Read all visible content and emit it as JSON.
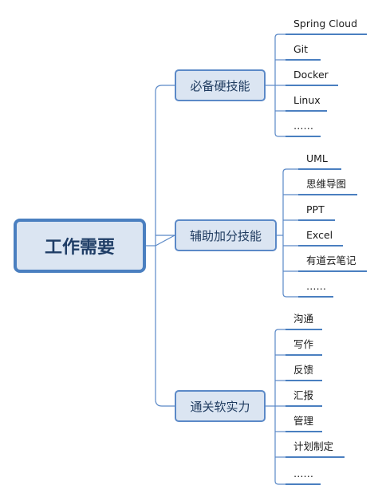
{
  "root": {
    "label": "工作需要"
  },
  "branches": [
    {
      "label": "必备硬技能",
      "items": [
        "Spring Cloud",
        "Git",
        "Docker",
        "Linux",
        "……"
      ]
    },
    {
      "label": "辅助加分技能",
      "items": [
        "UML",
        "思维导图",
        "PPT",
        "Excel",
        "有道云笔记",
        "……"
      ]
    },
    {
      "label": "通关软实力",
      "items": [
        "沟通",
        "写作",
        "反馈",
        "汇报",
        "管理",
        "计划制定",
        "……"
      ]
    }
  ],
  "colors": {
    "line": "#5b89c7",
    "node_fill": "#dbe5f2",
    "root_border": "#4a7fc0"
  }
}
